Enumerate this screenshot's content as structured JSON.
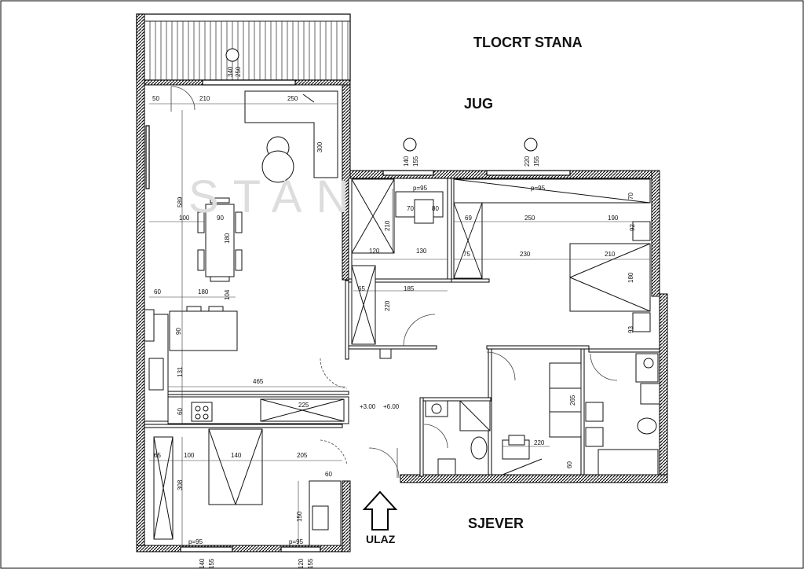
{
  "title": "TLOCRT STANA",
  "orientation": {
    "south": "JUG",
    "north": "SJEVER"
  },
  "entrance": "ULAZ",
  "watermark": "STAN",
  "dimensions": {
    "d50": "50",
    "d210": "210",
    "d250": "250",
    "d300": "300",
    "d589": "589",
    "d100": "100",
    "d90": "90",
    "d180": "180",
    "d60": "60",
    "d180b": "180",
    "d104": "104",
    "d90b": "90",
    "d131": "131",
    "d465": "465",
    "d60b": "60",
    "d225": "225",
    "d65": "65",
    "d100b": "100",
    "d140": "140",
    "d205": "205",
    "d308": "308",
    "d60c": "60",
    "d150": "150",
    "w140a": "140",
    "w155a": "155",
    "w140b": "140",
    "w155b": "155",
    "w220": "220",
    "w155c": "155",
    "w340": "340",
    "w250": "250",
    "w120": "120",
    "w155d": "155",
    "p95a": "p=95",
    "p95b": "p=95",
    "p95c": "p=95",
    "p95d": "p=95",
    "r70": "70",
    "r80": "80",
    "r210": "210",
    "r120": "120",
    "r130": "130",
    "r65": "65",
    "r185": "185",
    "r220": "220",
    "r69": "69",
    "r250": "250",
    "r190": "190",
    "r92": "92",
    "r70b": "70",
    "r75": "75",
    "r230": "230",
    "r210b": "210",
    "r180": "180",
    "r93": "93",
    "r265": "265",
    "r220b": "220",
    "r60": "60",
    "lvl1": "+3.00",
    "lvl2": "+6.00"
  }
}
